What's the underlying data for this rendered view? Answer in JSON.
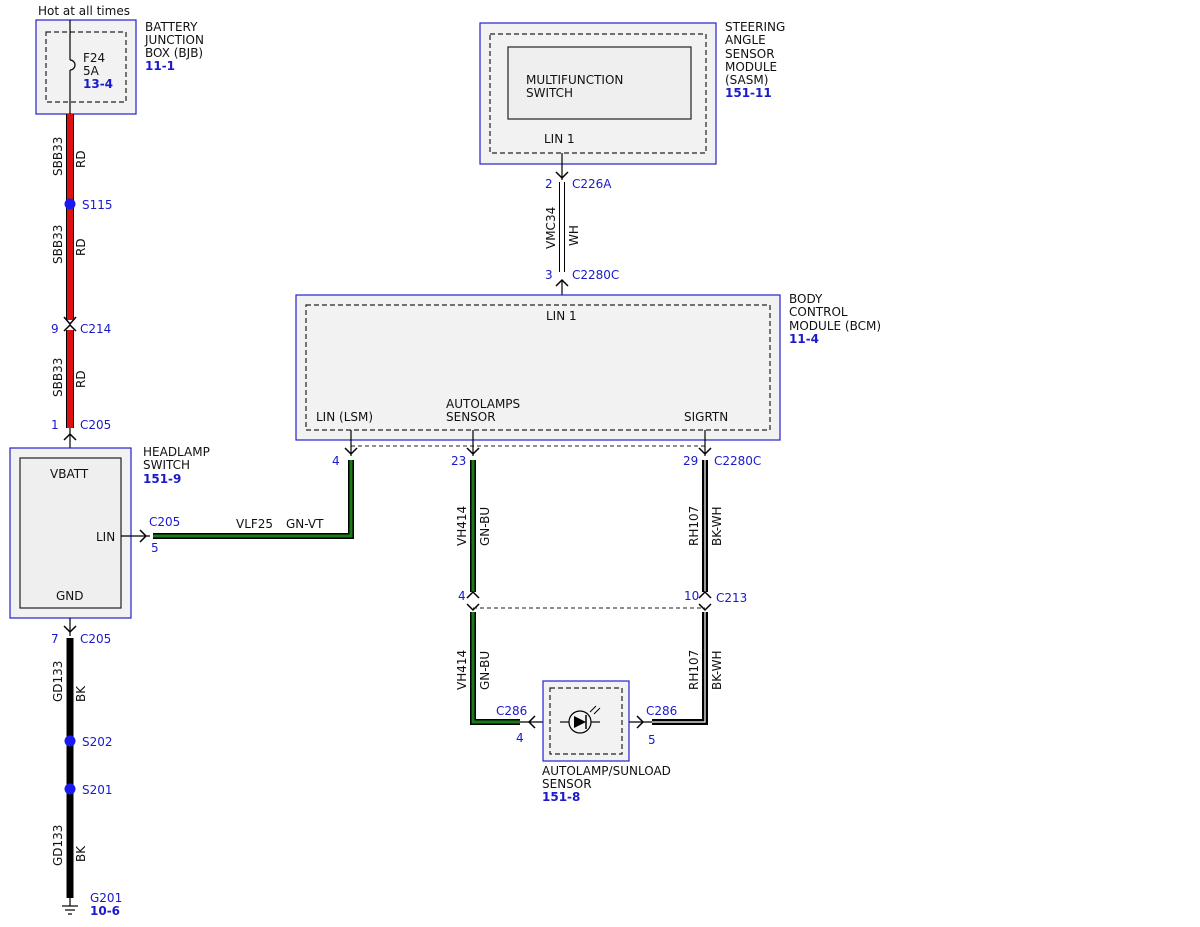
{
  "top_label": "Hot at all times",
  "bjb": {
    "name_lines": [
      "BATTERY",
      "JUNCTION",
      "BOX (BJB)"
    ],
    "ref": "11-1",
    "fuse_name": "F24",
    "fuse_rating": "5A",
    "fuse_ref": "13-4"
  },
  "sasm": {
    "name_lines": [
      "STEERING",
      "ANGLE",
      "SENSOR",
      "MODULE",
      "(SASM)"
    ],
    "ref": "151-11",
    "inner_lines": [
      "MULTIFUNCTION",
      "SWITCH"
    ],
    "pin_label": "LIN 1"
  },
  "bcm": {
    "name_lines": [
      "BODY",
      "CONTROL",
      "MODULE (BCM)"
    ],
    "ref": "11-4",
    "pin_top": "LIN 1",
    "pin_lin_lsm": "LIN (LSM)",
    "pin_autolamps": [
      "AUTOLAMPS",
      "SENSOR"
    ],
    "pin_sigrtn": "SIGRTN"
  },
  "headlamp_switch": {
    "name_lines": [
      "HEADLAMP",
      "SWITCH"
    ],
    "ref": "151-9",
    "pin_vbatt": "VBATT",
    "pin_lin": "LIN",
    "pin_gnd": "GND"
  },
  "autolamp_sensor": {
    "name_lines": [
      "AUTOLAMP/SUNLOAD",
      "SENSOR"
    ],
    "ref": "151-8"
  },
  "wires": {
    "sbb33": "SBB33",
    "rd": "RD",
    "vmc34": "VMC34",
    "wh": "WH",
    "vlf25": "VLF25",
    "gn_vt": "GN-VT",
    "vh414": "VH414",
    "gn_bu": "GN-BU",
    "rh107": "RH107",
    "bk_wh": "BK-WH",
    "gd133": "GD133",
    "bk": "BK"
  },
  "splices": {
    "s115": "S115",
    "s202": "S202",
    "s201": "S201"
  },
  "connectors": {
    "c214": "C214",
    "c205": "C205",
    "c226a": "C226A",
    "c2280c": "C2280C",
    "c213": "C213",
    "c286": "C286"
  },
  "pins": {
    "p1": "1",
    "p2": "2",
    "p3": "3",
    "p4": "4",
    "p5": "5",
    "p7": "7",
    "p9": "9",
    "p10": "10",
    "p23": "23",
    "p29": "29"
  },
  "ground": {
    "name": "G201",
    "ref": "10-6"
  },
  "colors": {
    "module_border": "#2222cc",
    "module_fill": "#f2f2f2",
    "wire_red": "#dd1111",
    "wire_black": "#000000",
    "wire_green": "#1a7a1a",
    "label_blue": "#1a1acc"
  }
}
